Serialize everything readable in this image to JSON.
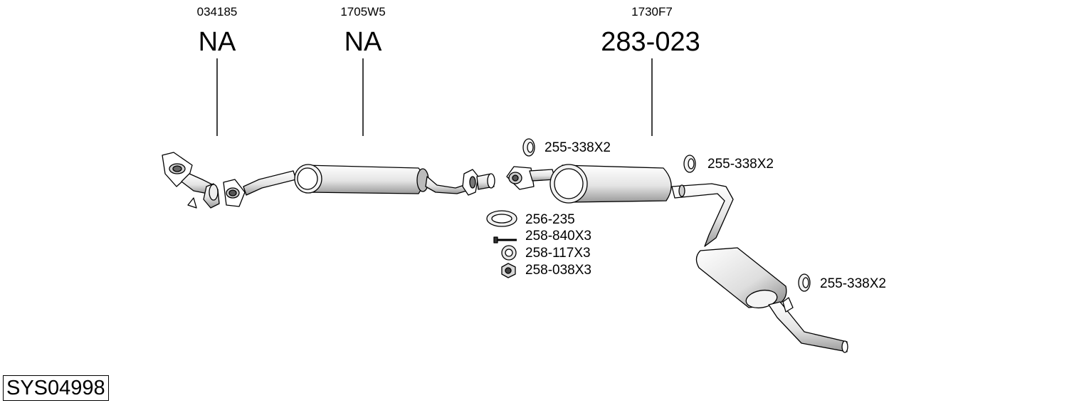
{
  "sections": [
    {
      "ref": "034185",
      "code": "NA"
    },
    {
      "ref": "1705W5",
      "code": "NA"
    },
    {
      "ref": "1730F7",
      "code": "283-023"
    }
  ],
  "parts": [
    {
      "label": "255-338X2",
      "icon": "rubber-ring-icon"
    },
    {
      "label": "255-338X2",
      "icon": "rubber-ring-icon"
    },
    {
      "label": "256-235",
      "icon": "gasket-icon"
    },
    {
      "label": "258-840X3",
      "icon": "bolt-icon"
    },
    {
      "label": "258-117X3",
      "icon": "washer-icon"
    },
    {
      "label": "258-038X3",
      "icon": "nut-icon"
    },
    {
      "label": "255-338X2",
      "icon": "rubber-ring-icon"
    }
  ],
  "system_id": "SYS04998"
}
